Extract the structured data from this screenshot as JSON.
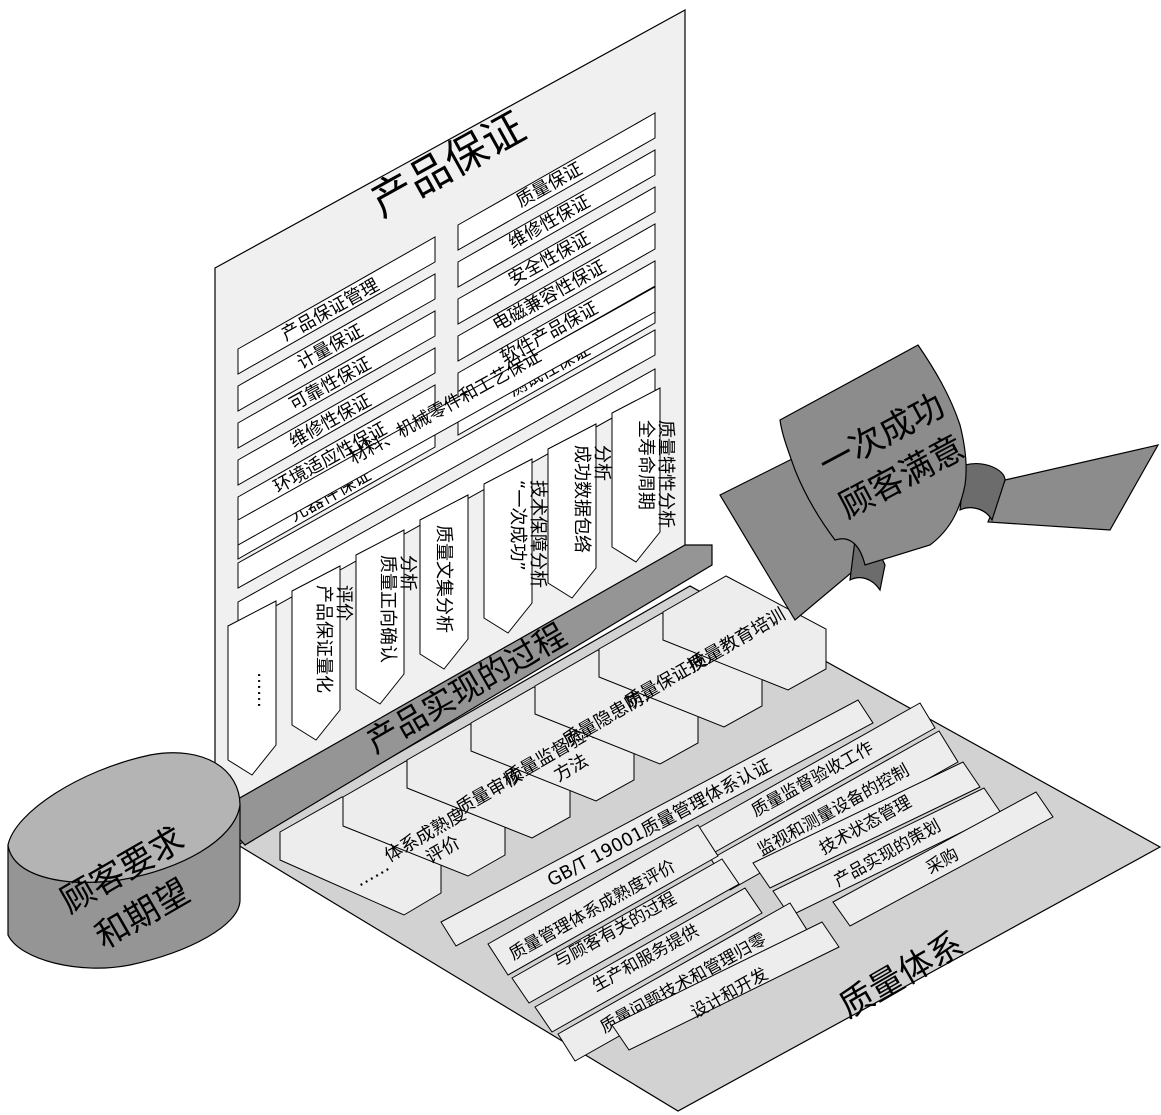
{
  "product_assurance": {
    "title": "产品保证",
    "right_boxes": [
      "质量保证",
      "维修性保证",
      "安全性保证",
      "电磁兼容性保证",
      "软件产品保证",
      "测试性保证"
    ],
    "left_boxes": [
      "产品保证管理",
      "计量保证",
      "可靠性保证",
      "维修性保证",
      "环境适应性保证",
      "元器件保证"
    ],
    "wide_box": "材料、机械零件和工艺保证",
    "analysis_tabs": [
      "……",
      "产品保证量化评价",
      "质量正向确认分析",
      "质量文集分析",
      "“一次成功”技术保障分析",
      "成功数据包络分析",
      "全寿命周期质量特性分析"
    ]
  },
  "process_band": {
    "label": "产品实现的过程"
  },
  "quality_system": {
    "title": "质量体系",
    "upper_tabs": [
      "……",
      "体系成熟度评价",
      "质量审核",
      "质量监督验收方法",
      "质量隐患防范",
      "质量保证投入",
      "质量教育培训"
    ],
    "cert_bar": "GB/T 19001质量管理体系认证",
    "right_column": [
      "质量监督验收工作",
      "监视和测量设备的控制",
      "技术状态管理",
      "产品实现的策划",
      "采购"
    ],
    "left_column": [
      "质量管理体系成熟度评价",
      "与顾客有关的过程",
      "生产和服务提供",
      "质量问题技术和管理归零",
      "设计和开发"
    ]
  },
  "banner": {
    "line1": "一次成功",
    "line2": "顾客满意"
  },
  "cylinder": {
    "line1": "顾客要求",
    "line2": "和期望"
  }
}
